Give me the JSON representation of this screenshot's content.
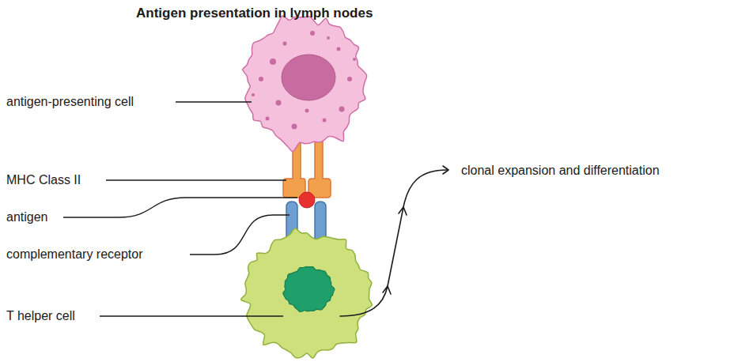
{
  "diagram": {
    "title": "Antigen presentation in lymph nodes",
    "labels": [
      "antigen-presenting cell",
      "MHC Class II",
      "antigen",
      "complementary receptor",
      "T helper cell",
      "clonal expansion and differentiation"
    ]
  }
}
